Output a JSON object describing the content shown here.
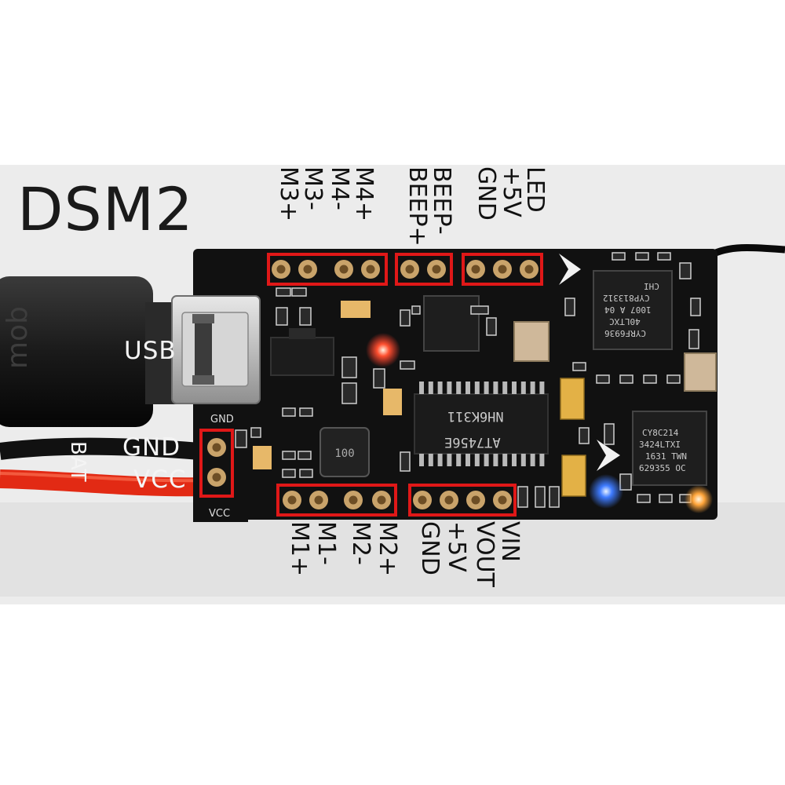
{
  "title": "DSM2",
  "labels": {
    "usb": "USB",
    "gnd_side": "GND",
    "vcc_side": "VCC",
    "bat": "BAT",
    "gnd_small": "GND",
    "vcc_small": "VCC"
  },
  "top_pins": [
    "M3+",
    "M3-",
    "M4-",
    "M4+",
    "BEEP+",
    "BEEP-",
    "GND",
    "+5V",
    "LED"
  ],
  "bottom_pins": [
    "M1+",
    "M1-",
    "M2-",
    "M2+",
    "GND",
    "+5V",
    "VOUT",
    "VIN"
  ],
  "chip_text": {
    "mcu": [
      "AT7456E",
      "NH6K311"
    ],
    "radio": [
      "CYRF6936",
      "40LTXC",
      "1007 A 04",
      "CYP813312",
      "CHI"
    ],
    "psoc": [
      "CY8C214",
      "3424LTXI",
      "1631 TWN",
      "629355 OC"
    ]
  },
  "colors": {
    "pcb": "#111111",
    "pad_ring": "#c9a36a",
    "outline": "#e01818",
    "led_red": "#ff3b2b",
    "led_blue": "#3e7bff",
    "led_orange": "#ffa53a"
  }
}
